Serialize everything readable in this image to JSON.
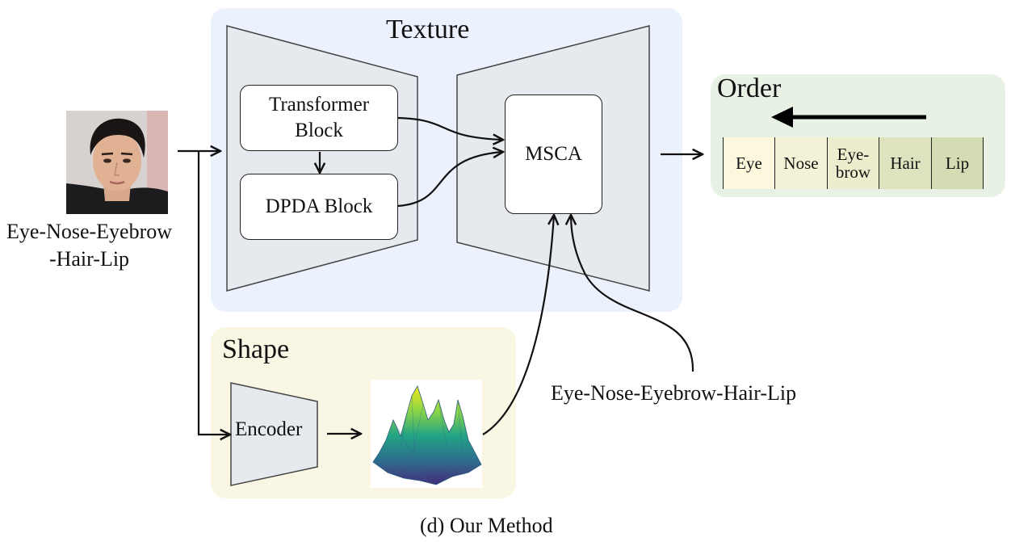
{
  "texture": {
    "title": "Texture",
    "bg": "#ebf2fd"
  },
  "order": {
    "title": "Order",
    "bg": "#e8f2e4",
    "cells": [
      {
        "label": "Eye",
        "color": "#fbf8de"
      },
      {
        "label": "Nose",
        "color": "#f3f2d6"
      },
      {
        "label": "Eye-\nbrow",
        "color": "#ecedcd"
      },
      {
        "label": "Hair",
        "color": "#dde3be"
      },
      {
        "label": "Lip",
        "color": "#d3dcb2"
      }
    ]
  },
  "shape": {
    "title": "Shape",
    "bg": "#f9f6e4"
  },
  "blocks": {
    "transformer": "Transformer\nBlock",
    "dpda": "DPDA Block",
    "msca": "MSCA",
    "encoder": "Encoder"
  },
  "input_label": "Eye-Nose-Eyebrow\n-Hair-Lip",
  "order_input_label": "Eye-Nose-Eyebrow-Hair-Lip",
  "caption": "(d) Our Method",
  "colors": {
    "trapezoid": "#e6e9ee",
    "stroke": "#222222"
  }
}
